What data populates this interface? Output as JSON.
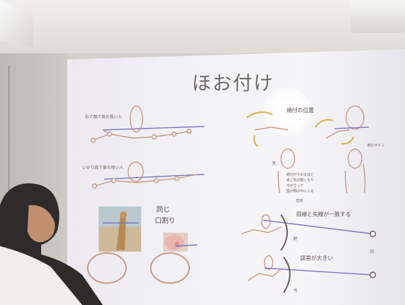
{
  "slide": {
    "title": "ほお付け",
    "label_tl": "右で顔で首の長い人",
    "label_ml": "いかり肩で首の短い人",
    "label_cheek": "頬付の位置",
    "label_same": "同じ",
    "label_mouth": "口割り",
    "label_shoulder": "肩のライン",
    "label_side_mark": "矢",
    "label_note_1": "頬付が下がるほど",
    "label_note_2": "あご先が開くなり",
    "label_note_3": "弓が立って",
    "label_note_4": "弦が顔の中に入る",
    "label_note_5": "危険",
    "label_eye_match": "目線と矢線が一致する",
    "label_error": "誤差が大きい",
    "label_target": "的",
    "label_bow_top": "射",
    "label_bow_bottom": "弓"
  },
  "colors": {
    "figure_line": "#c89a84",
    "joint": "#c88d70",
    "axis_line": "#7a74c0",
    "arrow_yellow": "#d3b34a"
  }
}
